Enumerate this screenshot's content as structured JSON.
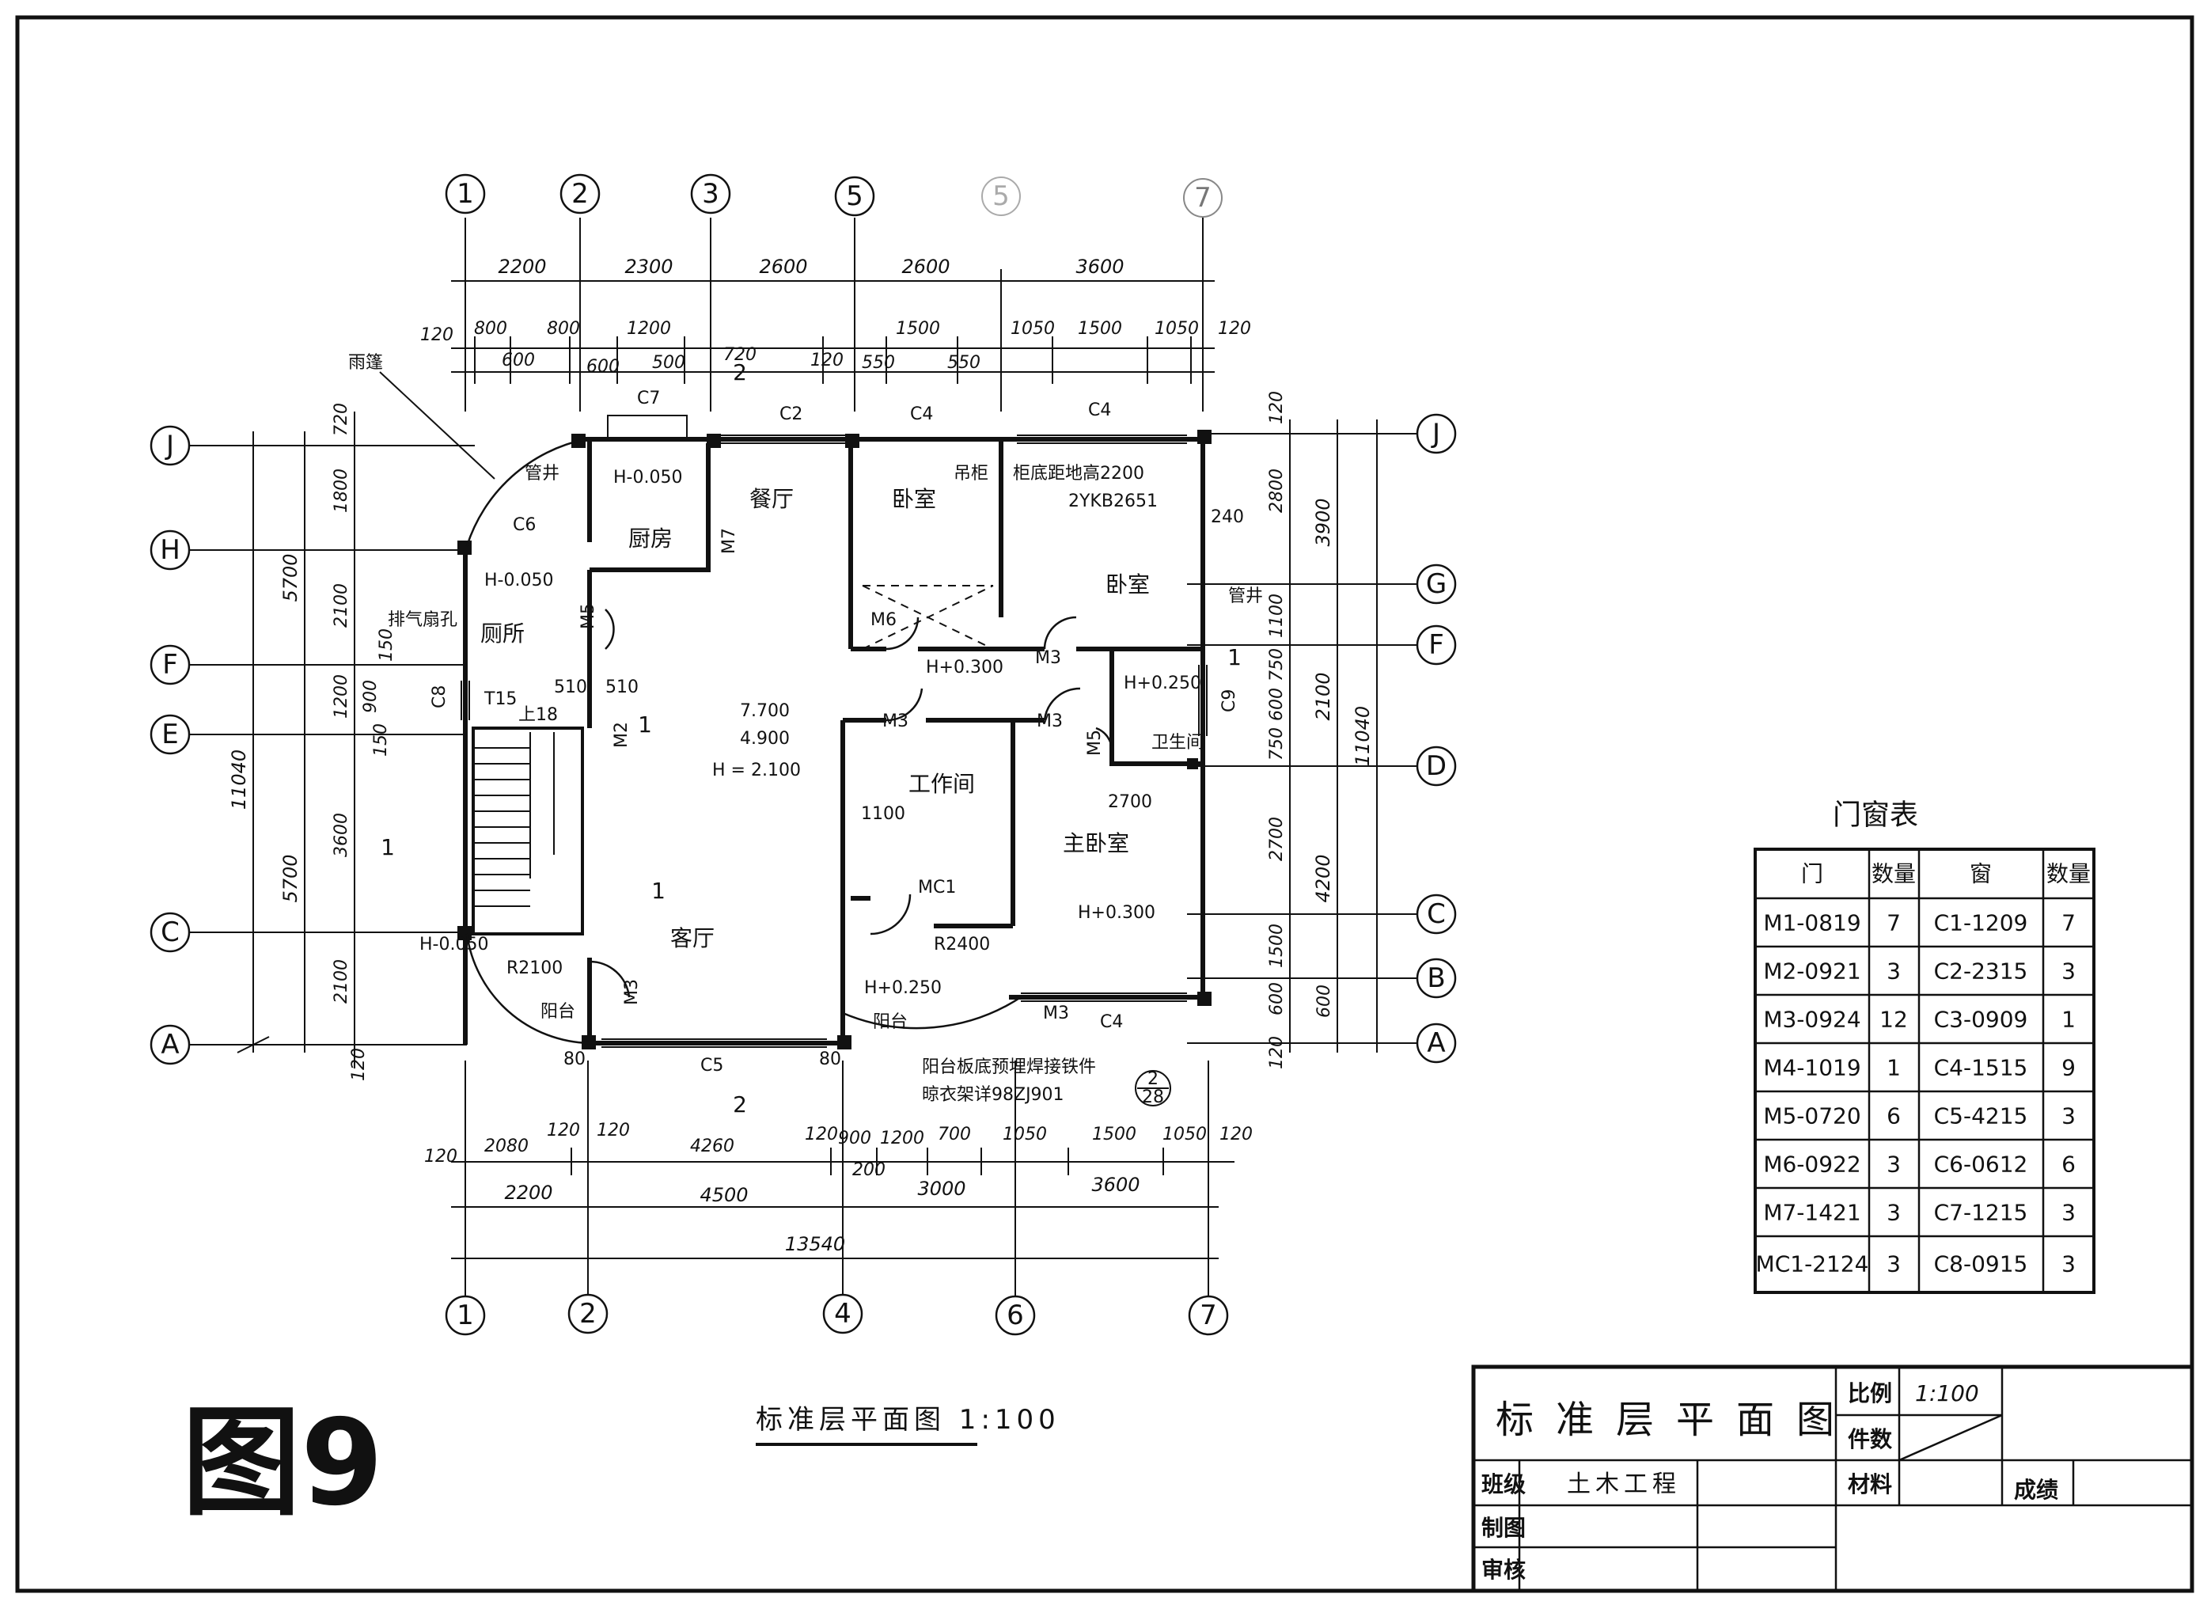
{
  "figure_label": "图9",
  "plan_title": "标准层平面图 1:100",
  "axes": {
    "top": [
      "1",
      "2",
      "3",
      "5",
      "5",
      "7"
    ],
    "bottom": [
      "1",
      "2",
      "4",
      "6",
      "7"
    ],
    "left": [
      "J",
      "H",
      "F",
      "E",
      "C",
      "A"
    ],
    "right": [
      "J",
      "G",
      "F",
      "D",
      "C",
      "B",
      "A"
    ]
  },
  "dims": {
    "top_row1": [
      "2200",
      "2300",
      "2600",
      "2600",
      "3600"
    ],
    "top_row2": [
      "120",
      "800",
      "800",
      "1200",
      "1500",
      "1050",
      "1500",
      "1050",
      "120"
    ],
    "top_row3": [
      "600",
      "600",
      "500",
      "720",
      "120",
      "550",
      "550"
    ],
    "bottom_row1": [
      "120",
      "2080",
      "120",
      "120",
      "4260",
      "120",
      "900",
      "1200",
      "700",
      "1050",
      "1500",
      "1050",
      "120"
    ],
    "bottom_row1b": [
      "200"
    ],
    "bottom_row2": [
      "2200",
      "4500",
      "3000",
      "3600"
    ],
    "bottom_total": "13540",
    "left_outer": "11040",
    "left_mid": [
      "5700",
      "5700"
    ],
    "left_inner": [
      "720",
      "1800",
      "2100",
      "150",
      "1200",
      "900",
      "150",
      "3600",
      "2100",
      "120"
    ],
    "right_outer": "11040",
    "right_mid": [
      "3900",
      "2100",
      "4200",
      "600"
    ],
    "right_inner": [
      "120",
      "2800",
      "1100",
      "750",
      "600",
      "750",
      "2700",
      "1500",
      "600",
      "120"
    ]
  },
  "rooms": {
    "kitchen": "厨房",
    "dining": "餐厅",
    "toilet1": "厕所",
    "living": "客厅",
    "bedroom1": "卧室",
    "bedroom2": "卧室",
    "study": "工作间",
    "master": "主卧室",
    "bath": "卫生间",
    "balcony1": "阳台",
    "balcony2": "阳台"
  },
  "annotations": {
    "canopy": "雨篷",
    "exhaust": "排气扇孔",
    "pipe1": "管井",
    "pipe2": "管井",
    "cabinet": "吊柜",
    "window_note": "柜底距地高2200",
    "slab": "2YKB2651",
    "h_kitchen": "H-0.050",
    "h_toilet": "H-0.050",
    "h_balcony1": "H-0.050",
    "h_bed": "H+0.300",
    "h_bath": "H+0.250",
    "h_master": "H+0.300",
    "h_balcony2": "H+0.250",
    "level1": "7.700",
    "level2": "4.900",
    "h_stair": "H = 2.100",
    "stair_up": "上18",
    "stair_t": "T15",
    "r1": "R2100",
    "r2": "R2400",
    "dim_510a": "510",
    "dim_510b": "510",
    "dim_1100": "1100",
    "dim_2700": "2700",
    "dim_240": "240",
    "dim_80a": "80",
    "dim_80b": "80",
    "note1": "阳台板底预埋焊接铁件",
    "note2": "晾衣架详98ZJ901",
    "detail_top": "2",
    "detail_bottom": "28",
    "sec1": "1",
    "sec2": "2"
  },
  "opening_labels": [
    "C7",
    "C2",
    "C4",
    "C4",
    "C6",
    "M7",
    "M5",
    "M6",
    "M3",
    "M3",
    "M3",
    "M3",
    "M2",
    "M5",
    "MC1",
    "C8",
    "C9",
    "C5",
    "C4",
    "M3"
  ],
  "door_window_table": {
    "title": "门窗表",
    "headers": [
      "门",
      "数量",
      "窗",
      "数量"
    ],
    "rows": [
      [
        "M1-0819",
        "7",
        "C1-1209",
        "7"
      ],
      [
        "M2-0921",
        "3",
        "C2-2315",
        "3"
      ],
      [
        "M3-0924",
        "12",
        "C3-0909",
        "1"
      ],
      [
        "M4-1019",
        "1",
        "C4-1515",
        "9"
      ],
      [
        "M5-0720",
        "6",
        "C5-4215",
        "3"
      ],
      [
        "M6-0922",
        "3",
        "C6-0612",
        "6"
      ],
      [
        "M7-1421",
        "3",
        "C7-1215",
        "3"
      ],
      [
        "MC1-2124",
        "3",
        "C8-0915",
        "3"
      ]
    ]
  },
  "title_block": {
    "name": "标准层平面图",
    "scale_label": "比例",
    "scale_value": "1:100",
    "count_label": "件数",
    "class_label": "班级",
    "class_value": "土木工程",
    "material_label": "材料",
    "grade_label": "成绩",
    "drawn_label": "制图",
    "review_label": "审核"
  }
}
